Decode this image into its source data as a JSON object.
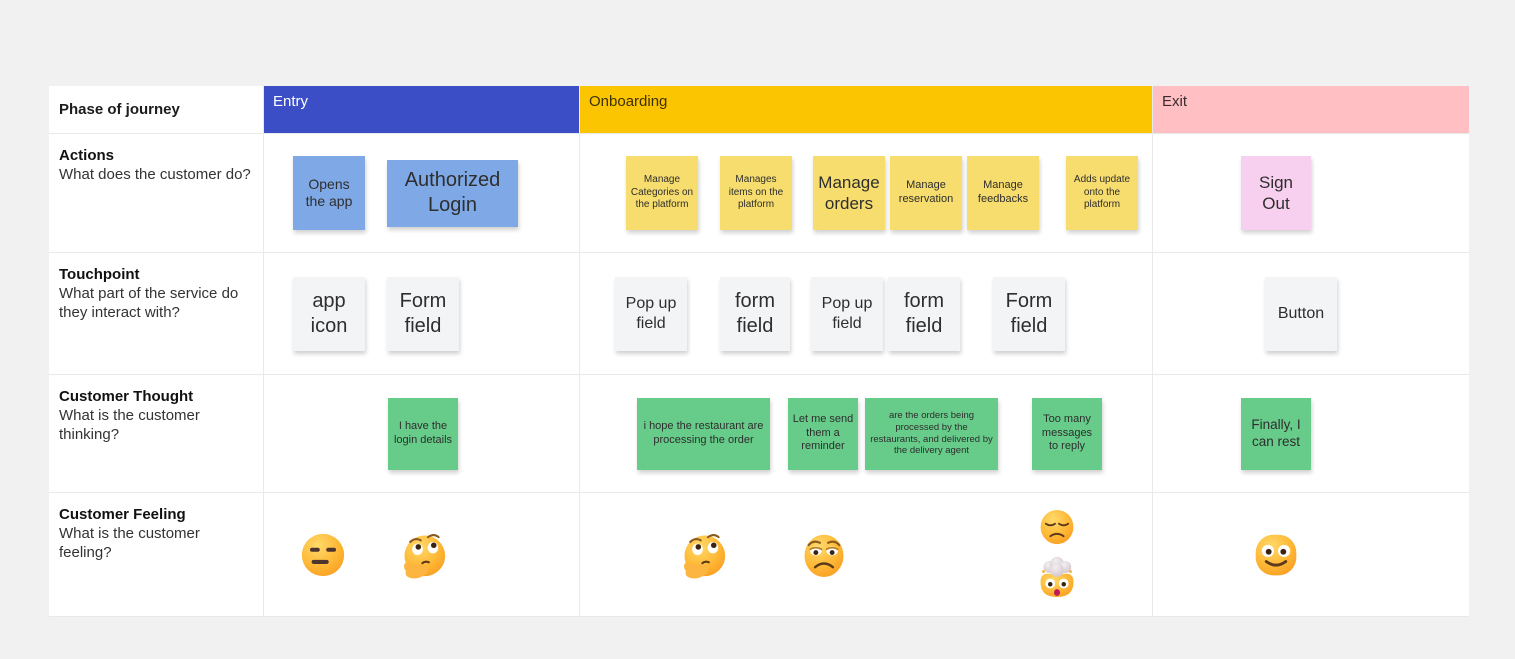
{
  "journey": {
    "corner_label": "Phase of journey",
    "rows": [
      {
        "title": "Actions",
        "subtitle": "What does the customer do?"
      },
      {
        "title": "Touchpoint",
        "subtitle": "What part of the service do they interact with?"
      },
      {
        "title": "Customer Thought",
        "subtitle": "What is the customer thinking?"
      },
      {
        "title": "Customer Feeling",
        "subtitle": "What is the customer feeling?"
      }
    ],
    "phases": [
      {
        "label": "Entry",
        "color": "#3c4ec5"
      },
      {
        "label": "Onboarding",
        "color": "#fcc502"
      },
      {
        "label": "Exit",
        "color": "#ffbfc3"
      }
    ],
    "actions": {
      "entry": [
        "Opens the app",
        "Authorized Login"
      ],
      "onboarding": [
        "Manage Categories on the platform",
        "Manages items on the platform",
        "Manage orders",
        "Manage reservation",
        "Manage feedbacks",
        "Adds update onto the platform"
      ],
      "exit": [
        "Sign Out"
      ]
    },
    "touchpoint": {
      "entry": [
        "app icon",
        "Form field"
      ],
      "onboarding": [
        "Pop up field",
        "form field",
        "Pop up field",
        "form field",
        "Form field"
      ],
      "exit": [
        "Button"
      ]
    },
    "thought": {
      "entry": [
        "I have the login details"
      ],
      "onboarding": [
        "i hope the restaurant are processing the order",
        "Let me send them a reminder",
        "are the orders being processed by the restaurants, and delivered by the delivery agent",
        "Too many messages to reply"
      ],
      "exit": [
        "Finally, I can rest"
      ]
    },
    "feeling": {
      "entry": [
        "expressionless-emoji",
        "thinking-emoji"
      ],
      "onboarding": [
        "thinking-emoji",
        "unamused-emoji",
        "pensive-emoji",
        "exploding-head-emoji"
      ],
      "exit": [
        "smiling-emoji"
      ]
    },
    "note_colors": {
      "blue": "#7fa9e6",
      "yellow": "#f7dd6d",
      "white": "#f3f4f6",
      "green": "#67cc89",
      "pink": "#f8d0ef"
    }
  }
}
